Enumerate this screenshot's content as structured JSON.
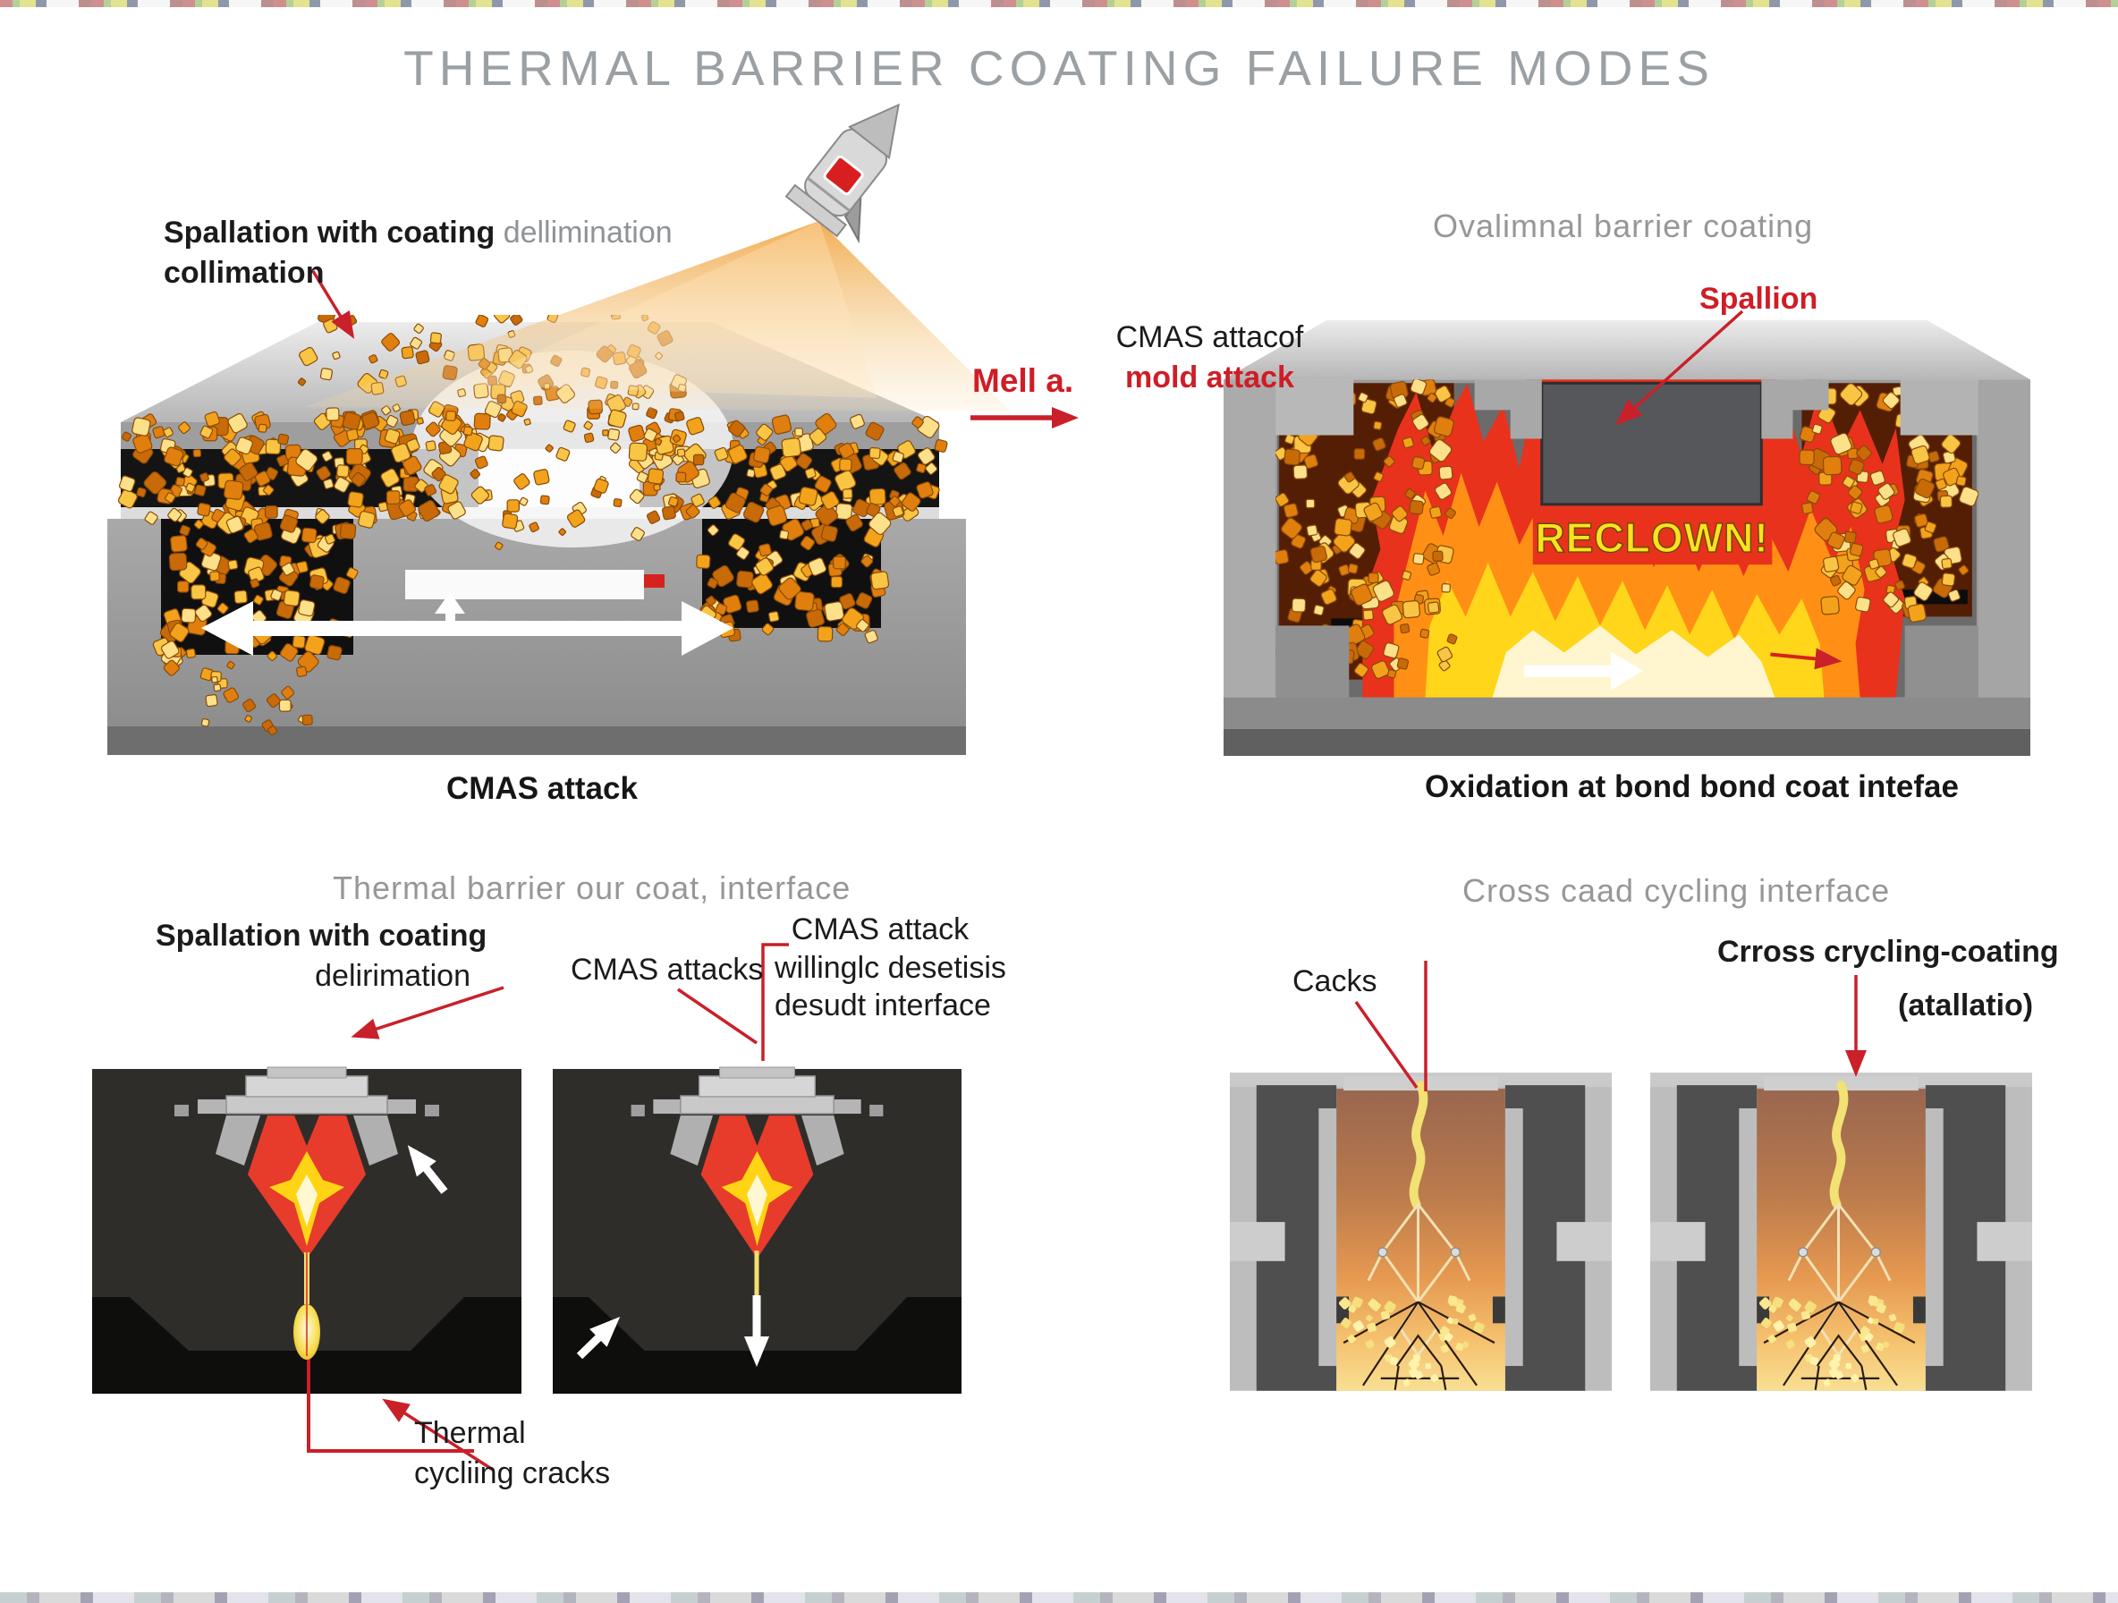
{
  "title": "THERMAL BARRIER COATING FAILURE MODES",
  "colors": {
    "accent_red": "#c9202a",
    "gold": "#f2a31b",
    "flame_yellow": "#ffd61a",
    "burst_yellow": "#ffe01f",
    "panel_dark": "#2f2d2a",
    "steel_gray": "#9c9c9c"
  },
  "panel_a": {
    "label_bold": "Spallation with coating",
    "label_gray": "dellimination",
    "label_line2": "collimation",
    "caption": "CMAS attack"
  },
  "center": {
    "arrow_label": "Mell a.",
    "attack_line1": "CMAS attacof",
    "attack_line2": "mold attack"
  },
  "panel_b": {
    "heading": "Ovalimnal barrier coating",
    "spall_label": "Spallion",
    "burst_text": "RECLOWN!",
    "caption": "Oxidation at bond bond coat intefae"
  },
  "section_c": {
    "heading": "Thermal barrier our coat, interface",
    "label1_line1": "Spallation with coating",
    "label1_line2": "delirimation",
    "label2": "CMAS attacks",
    "label3_line1": "CMAS attack",
    "label3_line2": "willinglc desetisis",
    "label3_line3": "desudt interface",
    "label4_line1": "Thermal",
    "label4_line2": "cycliing cracks"
  },
  "section_d": {
    "heading": "Cross caad cycling interface",
    "label1": "Cacks",
    "label2": "Crross crycling-coating",
    "label3": "(atallatio)"
  }
}
